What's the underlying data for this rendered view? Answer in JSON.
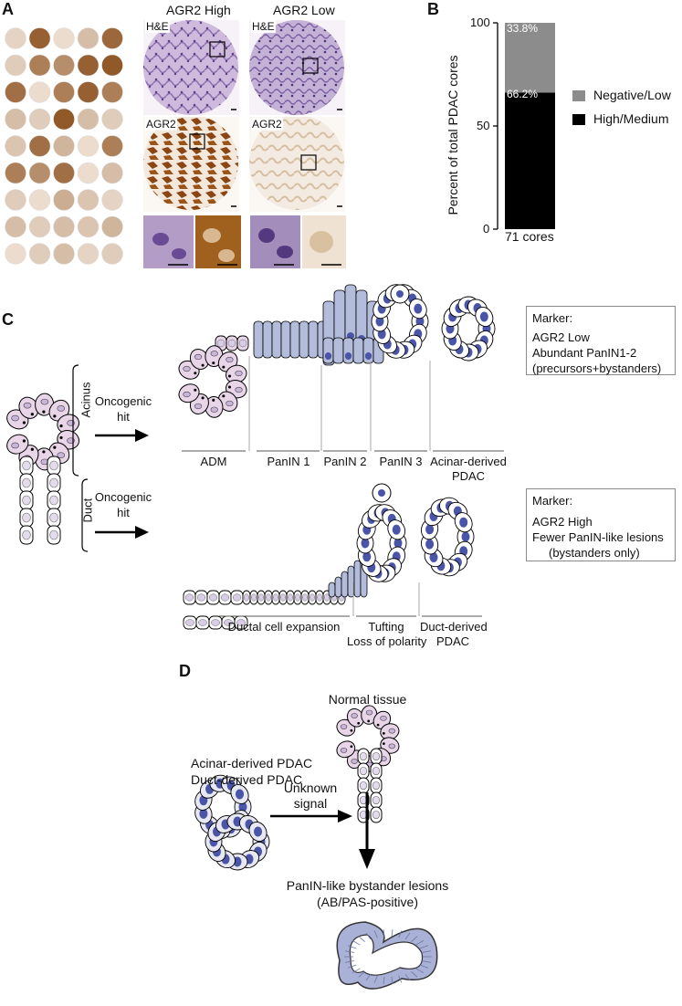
{
  "panel_labels": {
    "a": "A",
    "b": "B",
    "c": "C",
    "d": "D"
  },
  "panel_a": {
    "col_headers": [
      "AGR2 High",
      "AGR2 Low"
    ],
    "stain_labels": [
      "H&E",
      "H&E",
      "AGR2",
      "AGR2"
    ],
    "colors": {
      "he": "#9a7fb5",
      "dab": "#7a3a10",
      "tma_brown": "#b07a40"
    }
  },
  "chart_data": {
    "type": "bar",
    "categories": [
      "71 cores"
    ],
    "series": [
      {
        "name": "High/Medium",
        "values": [
          66.2
        ],
        "color": "#000000"
      },
      {
        "name": "Negative/Low",
        "values": [
          33.8
        ],
        "color": "#8c8c8c"
      }
    ],
    "data_labels": [
      "66.2%",
      "33.8%"
    ],
    "ylabel": "Percent of total PDAC cores",
    "yticks": [
      "0",
      "50",
      "100"
    ],
    "ylim": [
      0,
      100
    ],
    "stacked": true,
    "legend": [
      "Negative/Low",
      "High/Medium"
    ],
    "legend_position": "right"
  },
  "panel_c": {
    "acinus_tag": "Acinus",
    "duct_tag": "Duct",
    "oncogenic_hit": [
      "Oncogenic",
      "hit"
    ],
    "acinar_stages": [
      "ADM",
      "PanIN 1",
      "PanIN 2",
      "PanIN 3",
      "Acinar-derived",
      "PDAC"
    ],
    "duct_stages": [
      "Ductal cell expansion",
      "Tufting",
      "Loss of polarity",
      "Duct-derived",
      "PDAC"
    ],
    "marker_top": [
      "Marker:",
      "AGR2 Low",
      "Abundant PanIN1-2",
      "(precursors+bystanders)"
    ],
    "marker_bottom": [
      "Marker:",
      "AGR2 High",
      "Fewer PanIN-like lesions",
      "(bystanders only)"
    ],
    "colors": {
      "pink": "#e8d6e8",
      "blue_cell": "#b4bcdc",
      "nucleus": "#4a55a8",
      "pink_nucleus": "#c9b5d9"
    }
  },
  "panel_d": {
    "normal_tissue": "Normal tissue",
    "pdac_lines": [
      "Acinar-derived PDAC",
      "Duct-derived PDAC"
    ],
    "signal": [
      "Unknown",
      "signal"
    ],
    "bystander": [
      "PanIN-like bystander lesions",
      "(AB/PAS-positive)"
    ]
  }
}
